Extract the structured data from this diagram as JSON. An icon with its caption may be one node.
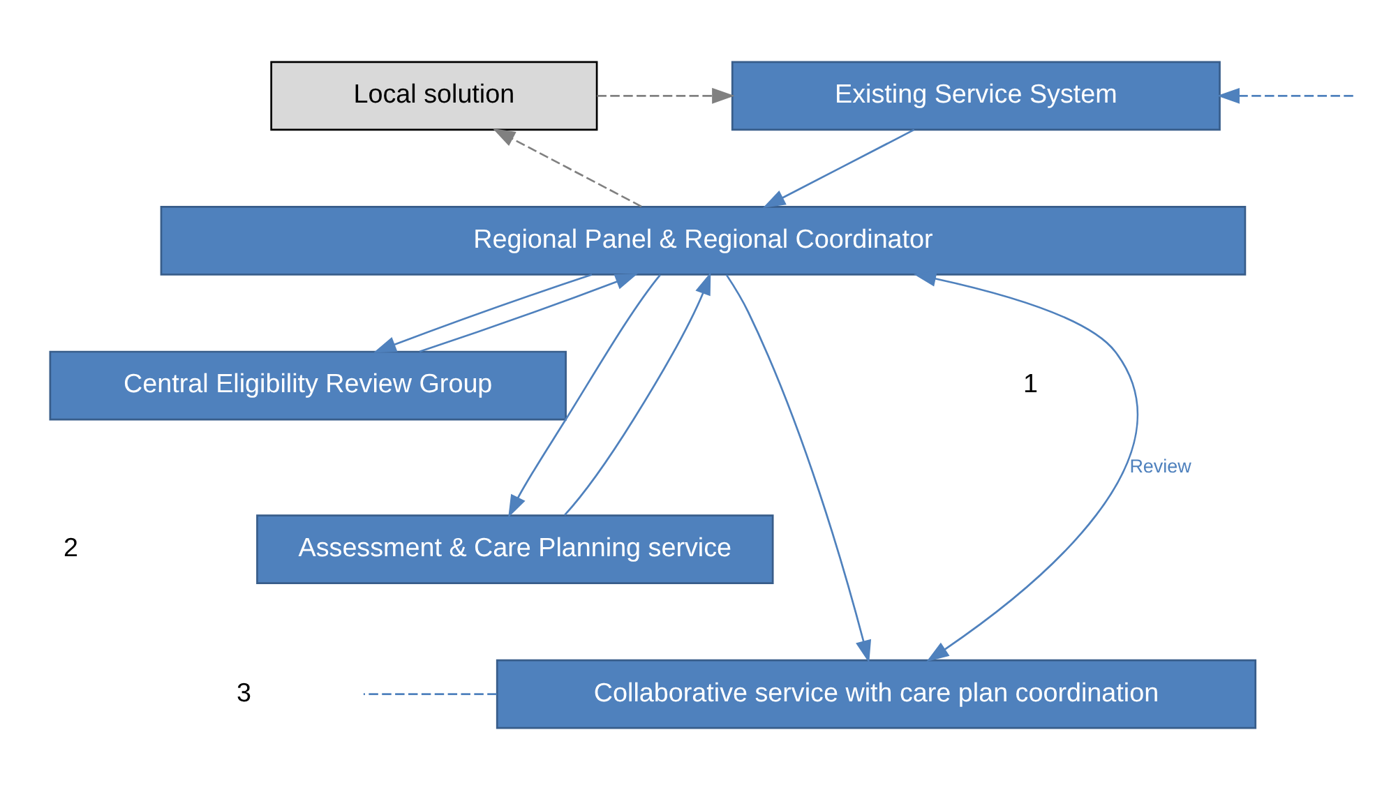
{
  "diagram": {
    "nodes": [
      {
        "text": [
          "Existing Service System"
        ]
      },
      {
        "text": [
          "Local solution"
        ]
      },
      {
        "text": [
          "Regional Panel & Regional Coordinator"
        ]
      },
      {
        "text": [
          "Central Eligibility Review Group"
        ]
      },
      {
        "text": [
          "Assessment & Care Planning service"
        ]
      },
      {
        "text": [
          "Collaborative service with care plan coordination"
        ]
      }
    ],
    "edges": [
      {
        "from": 0,
        "to": 2,
        "arrow": "to"
      },
      {
        "from": 2,
        "to": 3,
        "arrow": "to"
      },
      {
        "from": 3,
        "to": 2,
        "arrow": "to"
      },
      {
        "from": 2,
        "to": 4,
        "arrow": "to"
      },
      {
        "from": 4,
        "to": 2,
        "arrow": "to"
      },
      {
        "from": 2,
        "to": 5,
        "arrow": "to"
      },
      {
        "from": 2,
        "to": 5,
        "arrow": "both",
        "label": "Review"
      },
      {
        "from": 2,
        "to": 1,
        "arrow": "to",
        "style": "dashed",
        "color": "#808080"
      },
      {
        "from": 1,
        "to": 0,
        "arrow": "to",
        "style": "dashed",
        "color": "#808080"
      },
      {
        "from": null,
        "to": 0,
        "arrow": "to",
        "style": "dashed"
      },
      {
        "from": 5,
        "to": null,
        "arrow": "none",
        "style": "dashed"
      }
    ],
    "labels": [
      "1",
      "2",
      "3"
    ]
  }
}
